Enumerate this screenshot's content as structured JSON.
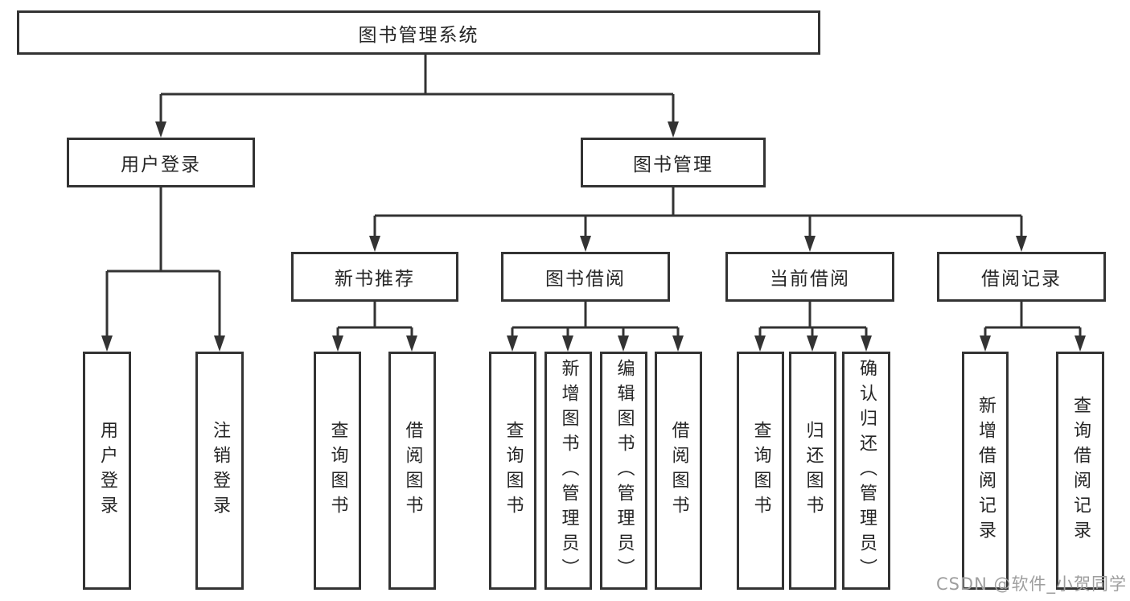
{
  "diagram": {
    "root": {
      "label": "图书管理系统"
    },
    "branches": [
      {
        "label": "用户登录",
        "children": [
          {
            "label": "用户登录"
          },
          {
            "label": "注销登录"
          }
        ]
      },
      {
        "label": "图书管理",
        "children": [
          {
            "label": "新书推荐",
            "children": [
              {
                "label": "查询图书"
              },
              {
                "label": "借阅图书"
              }
            ]
          },
          {
            "label": "图书借阅",
            "children": [
              {
                "label": "查询图书"
              },
              {
                "label": "新增图书（管理员）"
              },
              {
                "label": "编辑图书（管理员）"
              },
              {
                "label": "借阅图书"
              }
            ]
          },
          {
            "label": "当前借阅",
            "children": [
              {
                "label": "查询图书"
              },
              {
                "label": "归还图书"
              },
              {
                "label": "确认归还（管理员）"
              }
            ]
          },
          {
            "label": "借阅记录",
            "children": [
              {
                "label": "新增借阅记录"
              },
              {
                "label": "查询借阅记录"
              }
            ]
          }
        ]
      }
    ]
  },
  "watermark": {
    "text": "CSDN @软件_小贺同学"
  },
  "colors": {
    "line": "#333333",
    "box_border": "#333333",
    "text": "#262626",
    "watermark": "#9e9e9e",
    "background": "#ffffff"
  }
}
